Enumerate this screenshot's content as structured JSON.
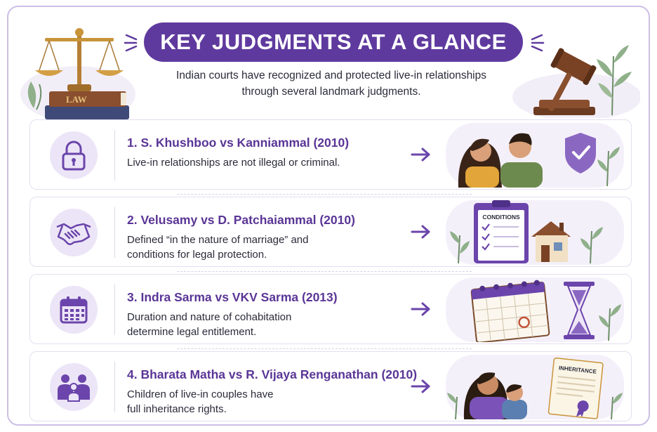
{
  "header": {
    "title": "KEY JUDGMENTS AT A GLANCE",
    "subtitle_line1": "Indian courts have recognized and protected live-in relationships",
    "subtitle_line2": "through several landmark judgments.",
    "book_label": "LAW"
  },
  "judgments": [
    {
      "title": "1. S. Khushboo vs Kanniammal (2010)",
      "desc_lines": [
        "Live-in relationships are not illegal or criminal."
      ],
      "icon": "lock-icon"
    },
    {
      "title": "2. Velusamy vs D. Patchaiammal (2010)",
      "desc_lines": [
        "Defined “in the nature of marriage” and",
        "conditions for legal protection."
      ],
      "icon": "handshake-icon",
      "illustration_label": "CONDITIONS"
    },
    {
      "title": "3. Indra Sarma vs VKV Sarma (2013)",
      "desc_lines": [
        "Duration and nature of cohabitation",
        "determine legal entitlement."
      ],
      "icon": "calendar-icon"
    },
    {
      "title": "4. Bharata Matha vs R. Vijaya Renganathan (2010)",
      "desc_lines": [
        "Children of live-in couples have",
        "full inheritance rights."
      ],
      "icon": "family-icon",
      "illustration_label": "INHERITANCE"
    }
  ],
  "colors": {
    "primary": "#5f3a9e",
    "accent": "#6b45ab",
    "wood": "#7a4a2a",
    "gold": "#c8943a"
  }
}
